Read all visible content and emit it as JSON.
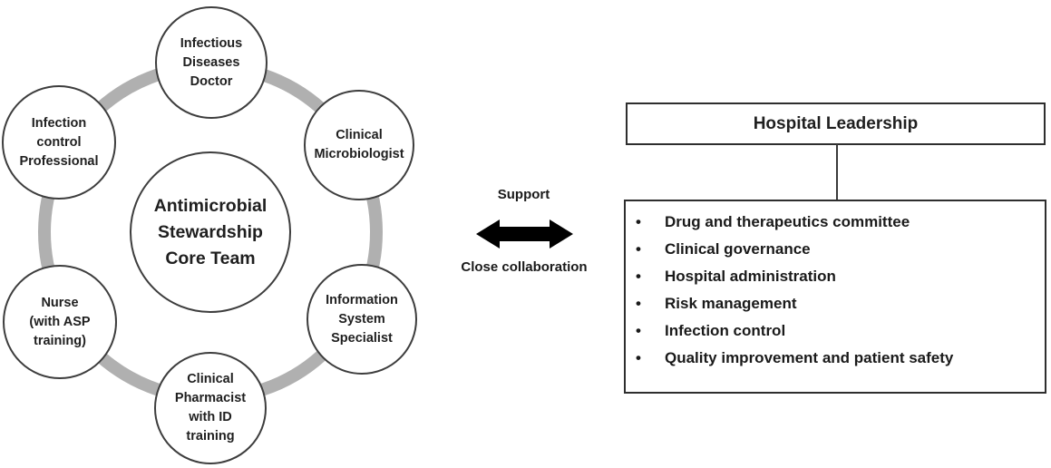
{
  "diagram": {
    "core_team": {
      "center_label": "Antimicrobial\nStewardship\nCore Team",
      "members": [
        {
          "id": "infectious-diseases-doctor",
          "label": "Infectious\nDiseases\nDoctor"
        },
        {
          "id": "clinical-microbiologist",
          "label": "Clinical\nMicrobiologist"
        },
        {
          "id": "information-system-specialist",
          "label": "Information\nSystem\nSpecialist"
        },
        {
          "id": "clinical-pharmacist-id-training",
          "label": "Clinical\nPharmacist\nwith ID\ntraining"
        },
        {
          "id": "nurse-asp-training",
          "label": "Nurse\n(with ASP\ntraining)"
        },
        {
          "id": "infection-control-professional",
          "label": "Infection\ncontrol\nProfessional"
        }
      ]
    },
    "relationship": {
      "arrow_type": "double-headed",
      "label_top": "Support",
      "label_bottom": "Close collaboration"
    },
    "leadership": {
      "title": "Hospital Leadership",
      "bullet_char": "•",
      "items": [
        "Drug and therapeutics committee",
        "Clinical governance",
        "Hospital administration",
        "Risk management",
        "Infection control",
        "Quality improvement and patient safety"
      ]
    },
    "colors": {
      "ring": "#b0b0b0",
      "circle_border": "#3d3d3d",
      "box_border": "#2e2e2e",
      "arrow": "#000000",
      "text": "#1f1f1f",
      "background": "#ffffff"
    }
  }
}
